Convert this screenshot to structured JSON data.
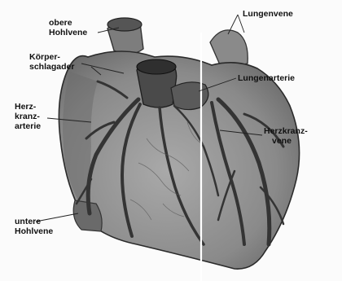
{
  "labels": {
    "obere_hohlvene": {
      "line1": "obere",
      "line2": "Hohlvene"
    },
    "lungenvene": "Lungenvene",
    "koerperschlagader": {
      "line1": "Körper-",
      "line2": "schlagader"
    },
    "lungenarterie": "Lungenarterie",
    "herzkranzarterie": {
      "line1": "Herz-",
      "line2": "kranz-",
      "line3": "arterie"
    },
    "herzkranzvene": {
      "line1": "Herzkranz-",
      "line2": "vene"
    },
    "untere_hohlvene": {
      "line1": "untere",
      "line2": "Hohlvene"
    }
  },
  "colors": {
    "heart_fill": "#8a8a8a",
    "heart_dark": "#4a4a4a",
    "vessel": "#3a3a3a",
    "leader": "#222222",
    "background": "#fbfbfb"
  }
}
